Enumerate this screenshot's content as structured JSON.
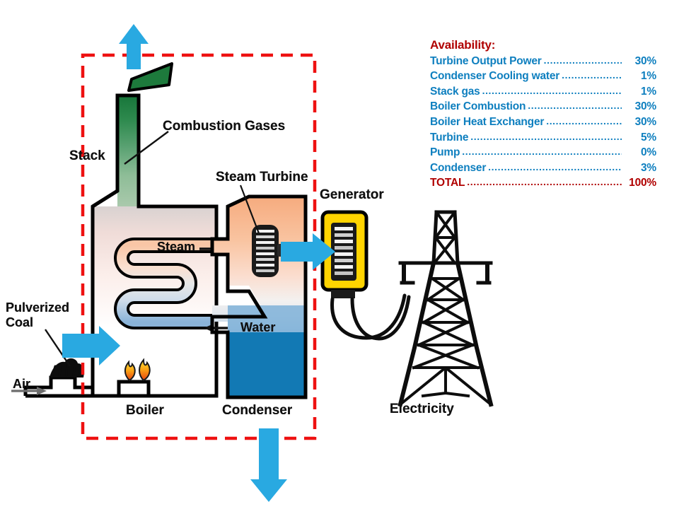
{
  "availability": {
    "title": "Availability:",
    "dot_leader": "................................................................",
    "rows": [
      {
        "label": "Turbine Output Power",
        "value": "30%"
      },
      {
        "label": "Condenser Cooling water",
        "value": "1%"
      },
      {
        "label": "Stack gas",
        "value": "1%"
      },
      {
        "label": "Boiler Combustion",
        "value": "30%"
      },
      {
        "label": "Boiler Heat Exchanger",
        "value": "30%"
      },
      {
        "label": "Turbine",
        "value": "5%"
      },
      {
        "label": "Pump",
        "value": "0%"
      },
      {
        "label": "Condenser",
        "value": "3%"
      },
      {
        "label": "TOTAL",
        "value": "100%",
        "total": true
      }
    ]
  },
  "diagram": {
    "labels": {
      "combustion_gases": "Combustion Gases",
      "stack": "Stack",
      "steam_turbine": "Steam Turbine",
      "generator": "Generator",
      "steam": "Steam",
      "water": "Water",
      "pulverized_coal": "Pulverized\nCoal",
      "air": "Air",
      "boiler": "Boiler",
      "condenser": "Condenser",
      "electricity": "Electricity"
    }
  },
  "colors": {
    "boundary_dashed": "#ee1111",
    "flow_arrow": "#29a9e1",
    "availability_label": "#0e7fbf",
    "availability_total": "#b00000",
    "generator_body": "#ffd400",
    "smoke_green": "#1d7a3c",
    "stack_gradient_top": "#16763a",
    "condenser_water": "#1c7fb8",
    "steam_peach": "#f7b48a",
    "flame_orange": "#f47b20",
    "outline": "#000000"
  },
  "chart_data": {
    "type": "bar",
    "title": "Availability:",
    "categories": [
      "Turbine Output Power",
      "Condenser Cooling water",
      "Stack gas",
      "Boiler Combustion",
      "Boiler Heat Exchanger",
      "Turbine",
      "Pump",
      "Condenser"
    ],
    "values": [
      30,
      1,
      1,
      30,
      30,
      5,
      0,
      3
    ],
    "unit": "%",
    "total": 100,
    "xlabel": "",
    "ylabel": "Availability (%)",
    "ylim": [
      0,
      100
    ]
  }
}
